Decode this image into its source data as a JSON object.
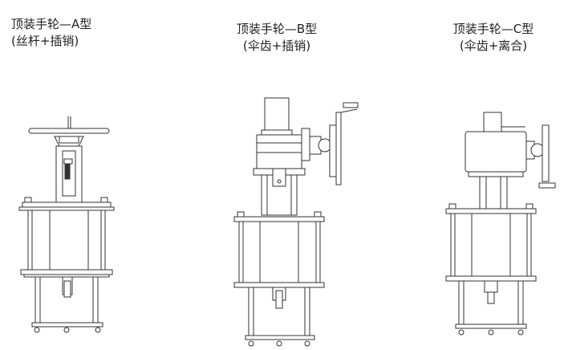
{
  "variants": [
    {
      "title": "顶装手轮—A型",
      "subtitle": "(丝杆+插销)"
    },
    {
      "title": "顶装手轮—B型",
      "subtitle": "(伞齿+插销)"
    },
    {
      "title": "顶装手轮—C型",
      "subtitle": "(伞齿+离合)"
    }
  ]
}
